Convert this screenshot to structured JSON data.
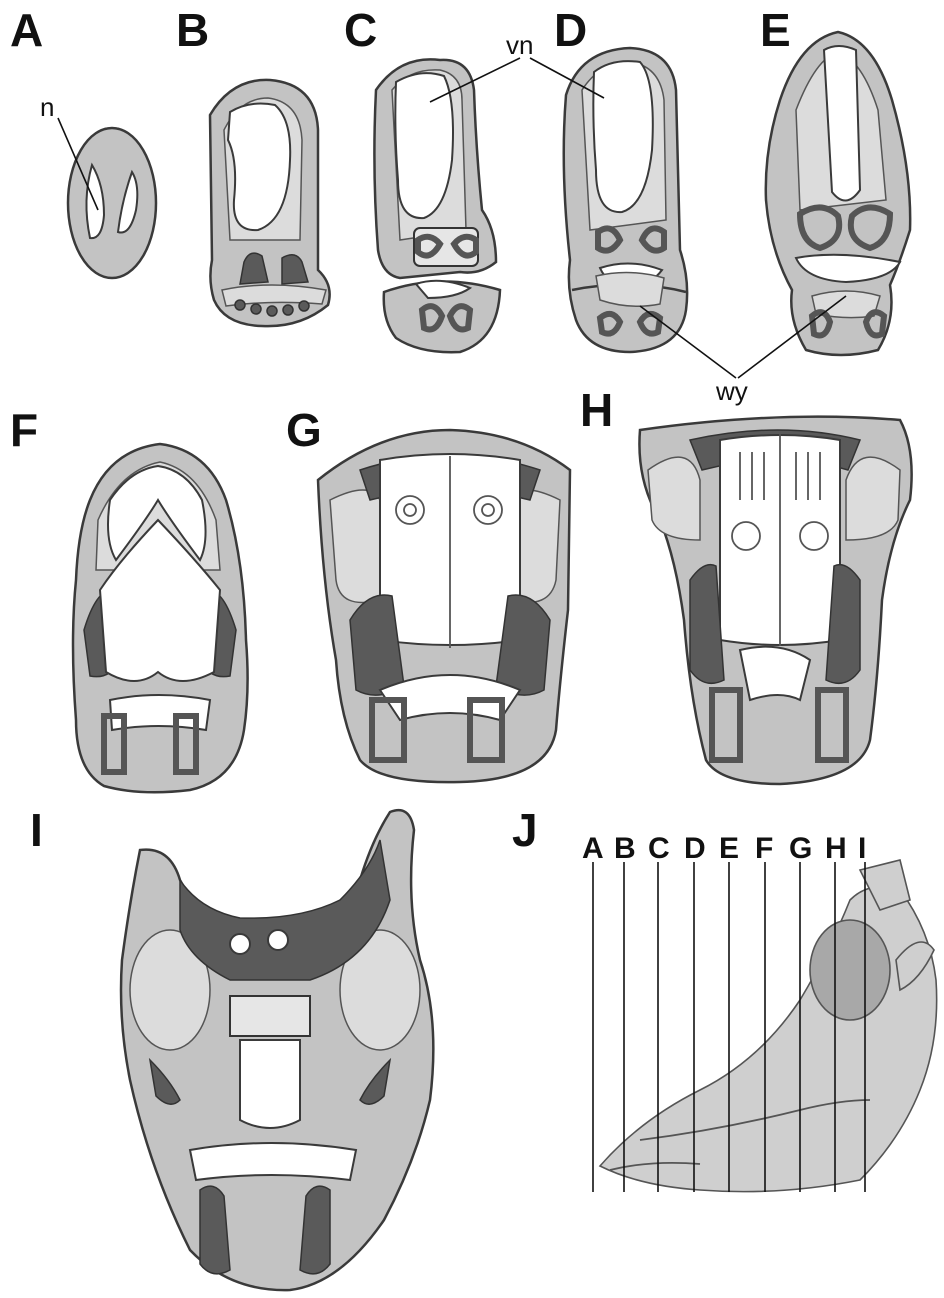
{
  "panels": {
    "A": "A",
    "B": "B",
    "C": "C",
    "D": "D",
    "E": "E",
    "F": "F",
    "G": "G",
    "H": "H",
    "I": "I",
    "J": "J"
  },
  "annotations": {
    "n": "n",
    "vn": "vn",
    "wy": "wy"
  },
  "section_lines": [
    "A",
    "B",
    "C",
    "D",
    "E",
    "F",
    "G",
    "H",
    "I"
  ],
  "colors": {
    "tissue": "#c3c3c3",
    "light_tissue": "#dcdcdc",
    "bone": "#5a5a5a",
    "cavity": "#ffffff",
    "outline": "#3a3a3a"
  }
}
